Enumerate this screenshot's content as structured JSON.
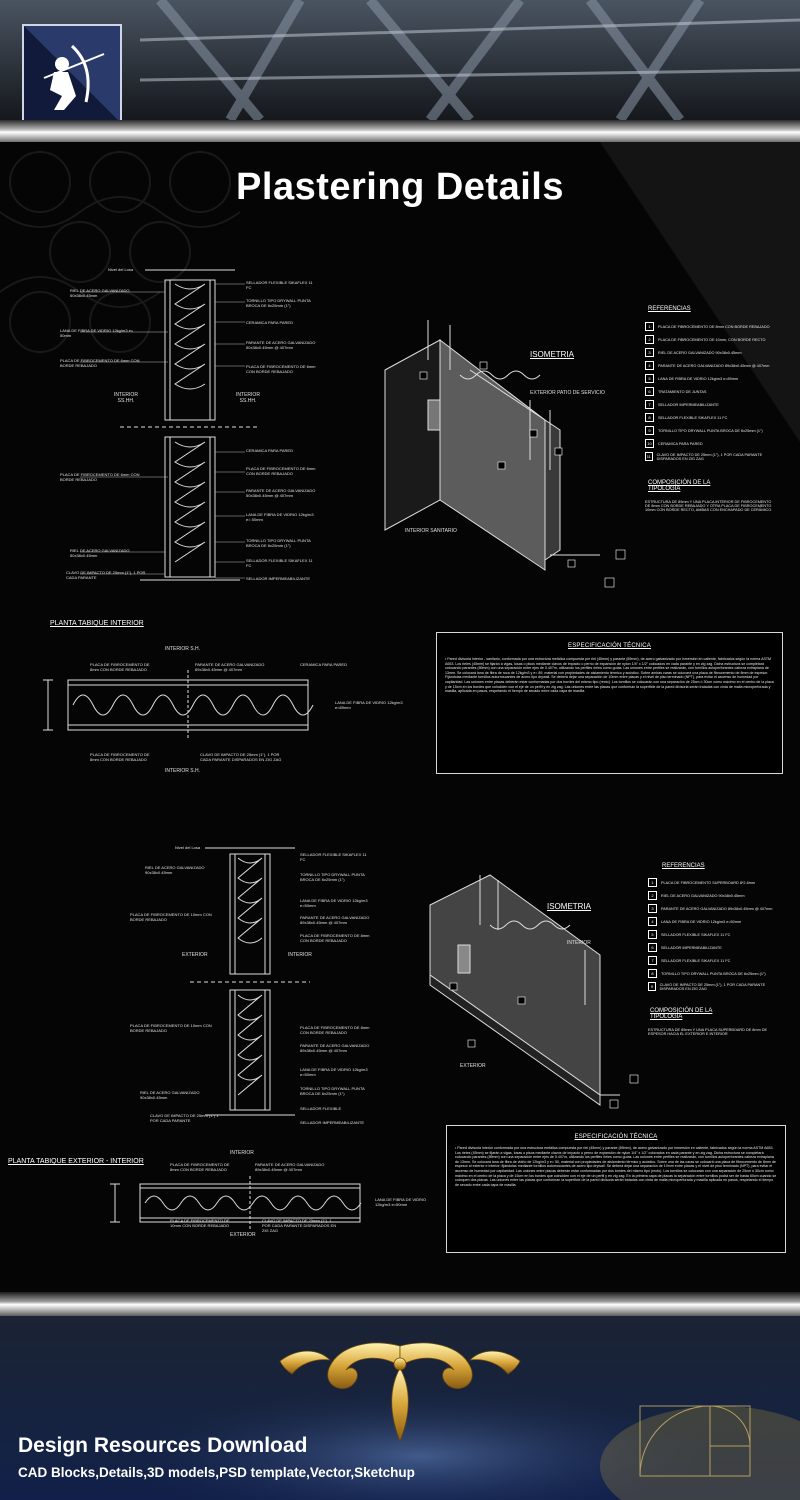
{
  "page": {
    "title": "Plastering Details"
  },
  "detail1": {
    "level_label": "Nivel del Losa",
    "left_labels": [
      "RIEL DE ACERO GALVANIZADO 50x38x0.45mm",
      "LANA DE FIBRA DE VIDRIO 12kg/m3 e= 50mm",
      "PLACA DE FIBROCEMENTO DE 6mm CON BORDE REBAJADO",
      "PLACA DE FIBROCEMENTO DE 6mm CON BORDE REBAJADO",
      "RIEL DE ACERO GALVANIZADO 50x38x0.45mm",
      "CLAVO DE IMPACTO DE 25mm (1\"), 1 POR CADA PARANTE"
    ],
    "right_labels": [
      "SELLADOR FLEXIBLE SIKAFLEX 11 FC",
      "TORNILLO TIPO DRYWALL PUNTA BROCA DE 6x25mm (1\")",
      "CERAMICA PARA PARED",
      "PARANTE DE ACERO GALVANIZADO 50x38x0.45mm @ 407mm",
      "PLACA DE FIBROCEMENTO DE 6mm CON BORDE REBAJADO",
      "CERAMICA PARA PARED",
      "PLACA DE FIBROCEMENTO DE 6mm CON BORDE REBAJADO",
      "PARANTE DE ACERO GALVANIZADO 50x38x0.45mm @ 407mm",
      "LANA DE FIBRA DE VIDRIO 12kg/m3 e= 50mm",
      "TORNILLO TIPO DRYWALL PUNTA BROCA DE 6x25mm (1\")",
      "SELLADOR FLEXIBLE SIKAFLEX 11 FC",
      "SELLADOR IMPERMEABILIZANTE"
    ],
    "side_left": "INTERIOR SS.HH.",
    "side_right": "INTERIOR SS.HH."
  },
  "iso1": {
    "title": "ISOMETRIA",
    "exterior": "EXTERIOR PATIO DE SERVICIO",
    "interior": "INTERIOR SANITARIO",
    "ref_title": "REFERENCIAS",
    "refs": [
      {
        "n": "1",
        "t": "PLACA DE FIBROCEMENTO DE 8mm CON BORDE REBAJADO"
      },
      {
        "n": "2",
        "t": "PLACA DE FIBROCEMENTO DE 10mm, CON BORDE RECTO"
      },
      {
        "n": "3",
        "t": "RIEL DE ACERO GALVANIZADO 90x38x0.45mm"
      },
      {
        "n": "4",
        "t": "PARANTE DE ACERO GALVANIZADO 89x38x0.45mm @ 407mm"
      },
      {
        "n": "5",
        "t": "LANA DE FIBRA DE VIDRIO 12kg/m3 e=89mm"
      },
      {
        "n": "6",
        "t": "TRATAMIENTO DE JUNTAS"
      },
      {
        "n": "7",
        "t": "SELLADOR IMPERMEABILIZANTE"
      },
      {
        "n": "8",
        "t": "SELLADOR FLEXIBLE SIKAFLEX 11 FC"
      },
      {
        "n": "9",
        "t": "TORNILLO TIPO DRYWALL PUNTA BROCA DE 6x25mm (1\")"
      },
      {
        "n": "10",
        "t": "CERAMICA PARA PARED"
      },
      {
        "n": "11",
        "t": "CLAVO DE IMPACTO DE 25mm (1\"), 1 POR CADA PARANTE DISPARADOS EN ZIG ZAG"
      }
    ],
    "comp_title": "COMPOSICIÓN DE LA TIPOLOGÍA",
    "comp_text": "ESTRUCTURA DE 89mm Y UNA PLACA INTERIOR DE FIBROCEMENTO DE 8mm CON BORDE REBAJADO Y OTRA PLACA DE FIBROCEMENTO 10mm CON BORDE RECTO, AMBAS CON ENCHAPADO DE CERÁMICO."
  },
  "plan1": {
    "title": "PLANTA TABIQUE INTERIOR",
    "top": "INTERIOR S.H.",
    "bottom": "INTERIOR S.H.",
    "labels": [
      "PLACA DE FIBROCEMENTO DE 8mm CON BORDE REBAJADO",
      "PARANTE DE ACERO GALVANIZADO 89x38x0.45mm @ 407mm",
      "CERAMICA PARA PARED",
      "LANA DE FIBRA DE VIDRIO 12kg/m3 e=89mm",
      "PLACA DE FIBROCEMENTO DE 8mm CON BORDE REBAJADO",
      "CLAVO DE IMPACTO DE 25mm (1\"), 1 POR CADA PARANTE DISPARADOS EN ZIG ZAG"
    ]
  },
  "spec1": {
    "title": "ESPECIFICACIÓN TÉCNICA",
    "text": "• Pared divisoria interior - sanitario, conformada por una estructura metálica compuesta por riel (45mm) y parante (89mm), de acero galvanizado por inmersión en caliente, fabricados según la norma ASTM A653. Los rieles (45mm) se fijarán a vigas, losas o pisos mediante clavos de impacto o perno de expansión de nylon 1/4\" x 1/2\" colocados en cada parante y en zig zag. Dicha estructura se completará colocando parantes (89mm) con una separación entre ejes de 0.407m, utilizando los perfiles rieles como guías. Las uniones entre perfiles se realizarán, con tornillos autoperforantes cabeza extraplana de 13mm. Se colocará lana de fibra de roca de 12kg/m3 y e= 89, material con propiedades de aislamiento térmico y acústico. Sobre ambas caras se colocará una placa de fibrocemento de 8mm de espesor. Fijándolas mediante tornillos autorroscantes de acero tipo drywall. Se deberá dejar una separación de 10mm entre placas y el nivel de piso terminado (NPT), para evitar el ascenso de humedad por capilaridad. Las uniones entre placas deberán estar conformadas por dos bordes del mismo tipo (recto). Los tornillos se colocarán con una separación de 25cm ó 30cm como máximo en el centro de la placa y de 15cm en los bordes que coinciden con el eje de un perfil y en zig zag. Las uniones entre las placas que conforman la superficie de la pared divisoria serán tratadas con cinta de malla microperforada y masilla, aplicada en pasos, respetando el tiempo de secado entre cada capa de masilla."
  },
  "detail2": {
    "level_label": "Nivel del Losa",
    "left_labels": [
      "RIEL DE ACERO GALVANIZADO 90x38x0.45mm",
      "PLACA DE FIBROCEMENTO DE 10mm CON BORDE REBAJADO",
      "PLACA DE FIBROCEMENTO DE 10mm CON BORDE REBAJADO",
      "RIEL DE ACERO GALVANIZADO 90x38x0.45mm",
      "CLAVO DE IMPACTO DE 25mm (1\") 1 POR CADA PARANTE"
    ],
    "right_labels": [
      "SELLADOR FLEXIBLE SIKAFLEX 11 FC",
      "TORNILLO TIPO DRYWALL PUNTA BROCA DE 6x25mm (1\")",
      "LANA DE FIBRA DE VIDRIO 12kg/m3 e=50mm",
      "PARANTE DE ACERO GALVANIZADO 89x38x0.45mm @ 407mm",
      "PLACA DE FIBROCEMENTO DE 8mm CON BORDE REBAJADO",
      "PLACA DE FIBROCEMENTO DE 8mm CON BORDE REBAJADO",
      "PARANTE DE ACERO GALVANIZADO 89x38x0.45mm @ 407mm",
      "LANA DE FIBRA DE VIDRIO 12kg/m3 e=50mm",
      "TORNILLO TIPO DRYWALL PUNTA BROCA DE 6x25mm (1\")",
      "SELLADOR FLEXIBLE",
      "SELLADOR IMPERMEABILIZANTE"
    ],
    "side_left": "EXTERIOR",
    "side_right": "INTERIOR"
  },
  "iso2": {
    "title": "ISOMETRIA",
    "interior": "INTERIOR",
    "exterior": "EXTERIOR",
    "ref_title": "REFERENCIAS",
    "refs": [
      {
        "n": "1",
        "t": "PLACA DE FIBROCEMENTO SUPERBOARD 8*2.8mm"
      },
      {
        "n": "2",
        "t": "RIEL DE ACERO GALVANIZADO 90x38x0.45mm"
      },
      {
        "n": "3",
        "t": "PARANTE DE ACERO GALVANIZADO 89x38x0.45mm @ 407mm"
      },
      {
        "n": "4",
        "t": "LANA DE FIBRA DE VIDRIO 12kg/m3 e=50mm"
      },
      {
        "n": "5",
        "t": "SELLADOR FLEXIBLE SIKAFLEX 11 FC"
      },
      {
        "n": "6",
        "t": "SELLADOR IMPERMEABILIZANTE"
      },
      {
        "n": "7",
        "t": "SELLADOR FLEXIBLE SIKAFLEX 11 FC"
      },
      {
        "n": "8",
        "t": "TORNILLO TIPO DRYWALL PUNTA BROCA DE 6x25mm (1\")"
      },
      {
        "n": "9",
        "t": "CLAVO DE IMPACTO DE 25mm (1\"), 1 POR CADA PARANTE DISPARADOS EN ZIG ZAG"
      }
    ],
    "comp_title": "COMPOSICIÓN DE LA TIPOLOGÍA",
    "comp_text": "ESTRUCTURA DE 89mm Y UNA PLACA SUPERBOARD DE 8mm DE ESPESOR HACIA EL EXTERIOR E INTERIOR"
  },
  "plan2": {
    "title": "PLANTA TABIQUE EXTERIOR - INTERIOR",
    "top": "INTERIOR",
    "bottom": "EXTERIOR",
    "labels": [
      "PLACA DE FIBROCEMENTO DE 8mm CON BORDE REBAJADO",
      "PARANTE DE ACERO GALVANIZADO 89x38x0.45mm @ 407mm",
      "LANA DE FIBRA DE VIDRIO 12kg/m3 e=50mm",
      "PLACA DE FIBROCEMENTO DE 10mm CON BORDE REBAJADO",
      "CLAVO DE IMPACTO DE 25mm (1\"), 1 POR CADA PARANTE DISPARADOS EN ZIG ZAG"
    ]
  },
  "spec2": {
    "title": "ESPECIFICACIÓN TÉCNICA",
    "text": "• Pared divisoria interior conformada por una estructura metálica compuesta por riel (45mm) y parante (89mm), de acero galvanizado por inmersión en caliente, fabricados según la norma ASTM A653. Los rieles (45mm) se fijarán a vigas, losas o pisos mediante clavos de impacto o perno de expansión de nylon 1/4\" x 1/2\" colocados en cada parante y en zig zag. Dicha estructura se completará colocando parantes (89mm) con una separación entre ejes de 0.407m, utilizando los perfiles rieles como guías. Las uniones entre perfiles se realizarán, con tornillos autoperforantes cabeza extraplana de 13mm. Se colocará lana de fibra de vidrio de 12kg/m3 y e= 50, material con propiedades de aislamiento térmico y acústico. Sobre una de las caras se colocará una placa de fibrocemento de 8mm de espesor al exterior e interior; fijándolas mediante tornillos autorroscantes de acero tipo drywall. Se deberá dejar una separación de 10mm entre placas y el nivel de piso terminado (NPT), para evitar el ascenso de humedad por capilaridad. Las uniones entre placas deberán estar conformadas por dos bordes del mismo tipo (recto). Los tornillos se colocarán con una separación de 25cm ó 30cm como máximo en el centro de la placa y de 15cm en los bordes que coinciden con el eje de un perfil y en zig zag. En la primera capa de placas la separación entre tornillos podrá ser de hasta 60cm cuando se coloquen dos placas. Las uniones entre las placas que conforman la superficie de la pared divisoria serán tratadas con cinta de malla microperforada y masilla aplicada en pasos, respetando el tiempo de secado entre cada capa de masilla."
  },
  "footer": {
    "title": "Design Resources Download",
    "subtitle": "CAD Blocks,Details,3D models,PSD template,Vector,Sketchup"
  }
}
